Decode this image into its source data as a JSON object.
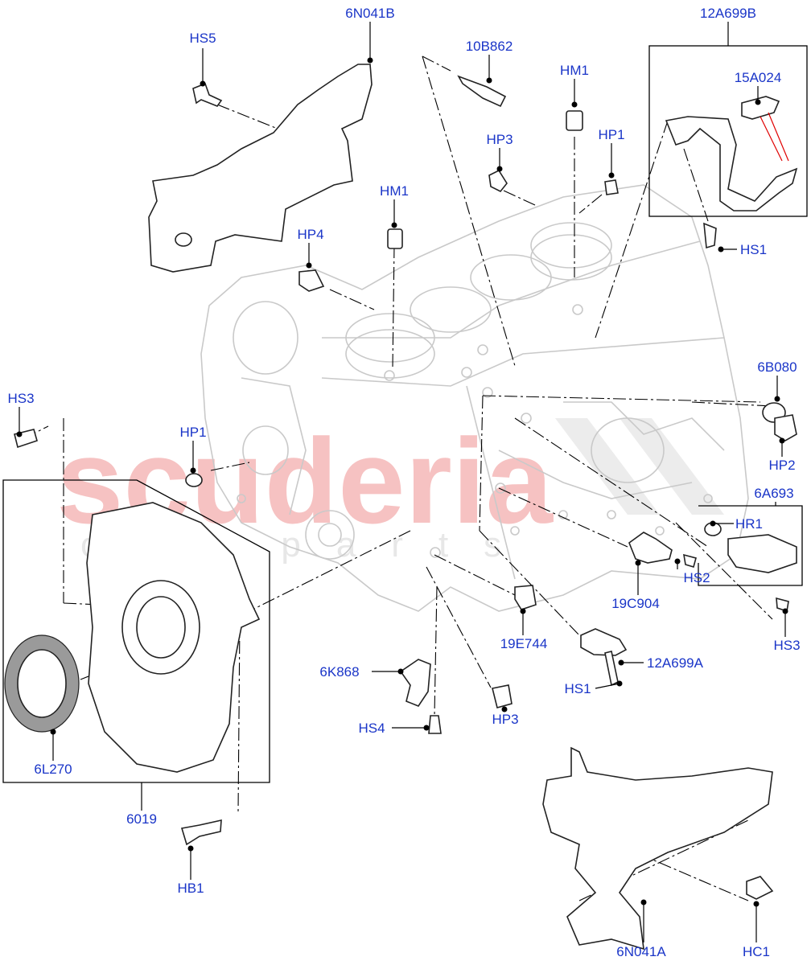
{
  "watermark": {
    "brand": "scuderia",
    "sub": "car parts"
  },
  "labels": {
    "HS5": "HS5",
    "N041B": "6N041B",
    "B862": "10B862",
    "A699B": "12A699B",
    "HM1_top": "HM1",
    "A024": "15A024",
    "HP3_top": "HP3",
    "HP1_top": "HP1",
    "HM1_mid": "HM1",
    "HP4": "HP4",
    "HS1_top": "HS1",
    "HS3_left": "HS3",
    "B080": "6B080",
    "HP1_left": "HP1",
    "HP2": "HP2",
    "A693": "6A693",
    "HR1": "HR1",
    "C904": "19C904",
    "HS2": "HS2",
    "HS3_right": "HS3",
    "E744": "19E744",
    "A699A": "12A699A",
    "K868": "6K868",
    "HS1_bot": "HS1",
    "HP3_bot": "HP3",
    "HS4": "HS4",
    "L270": "6L270",
    "p6019": "6019",
    "HB1": "HB1",
    "N041A": "6N041A",
    "HC1": "HC1"
  }
}
